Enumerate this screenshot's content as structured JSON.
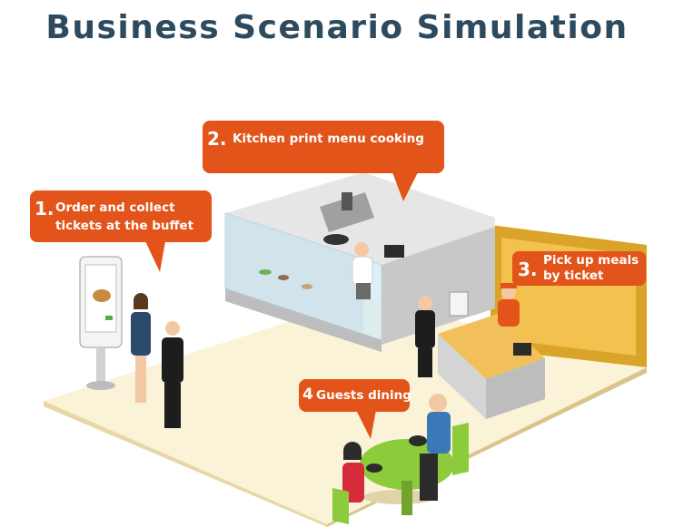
{
  "title": "Business Scenario Simulation",
  "steps": [
    {
      "number": "1.",
      "lines": [
        "Order and collect",
        "tickets at the buffet"
      ]
    },
    {
      "number": "2.",
      "lines": [
        "Kitchen print menu cooking"
      ]
    },
    {
      "number": "3.",
      "lines": [
        "Pick up meals",
        "by ticket"
      ]
    },
    {
      "number": "4",
      "lines": [
        "Guests dining"
      ]
    }
  ],
  "colors": {
    "title": "#2d4a5e",
    "callout": "#e2541a",
    "floor": "#faf3d8",
    "floor_edge": "#e8d7a6",
    "table": "#8ccb3c",
    "counter": "#f2c14e"
  }
}
